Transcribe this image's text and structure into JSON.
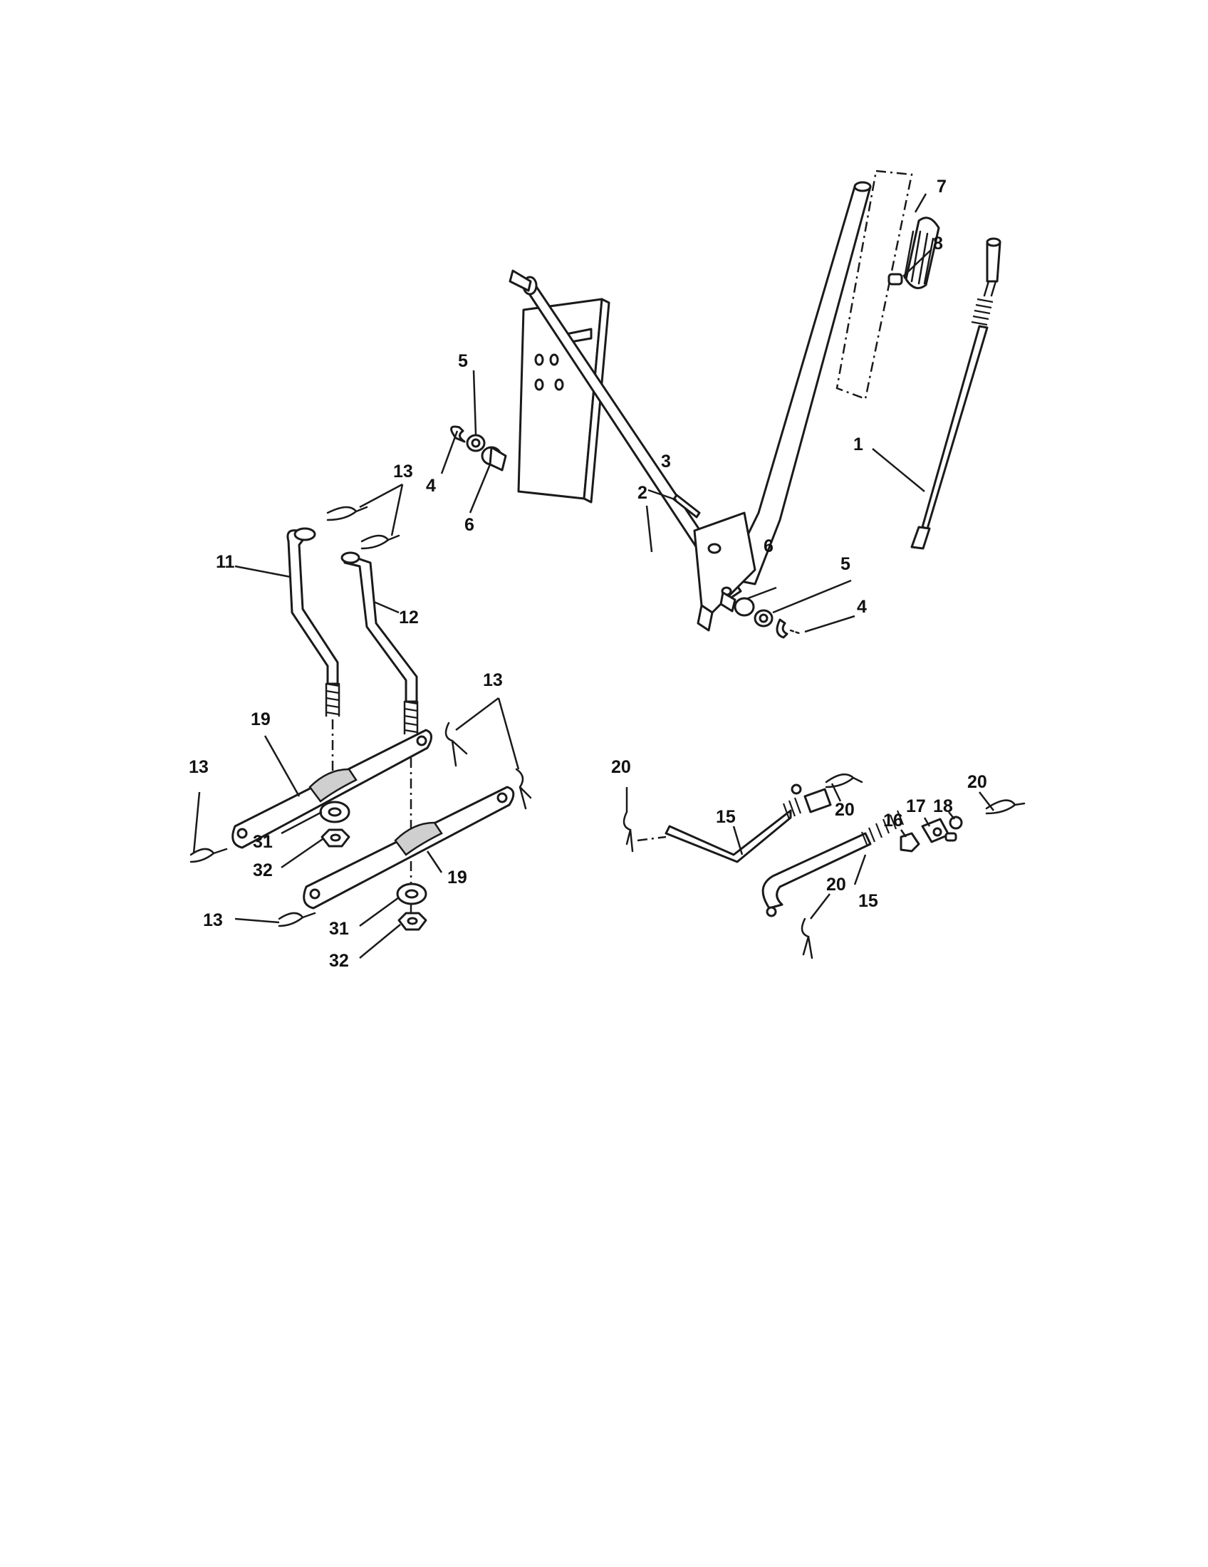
{
  "diagram": {
    "labels": {
      "c1": "1",
      "c2": "2",
      "c3": "3",
      "c4a": "4",
      "c4b": "4",
      "c5a": "5",
      "c5b": "5",
      "c6a": "6",
      "c6b": "6",
      "c7": "7",
      "c8": "8",
      "c11": "11",
      "c12": "12",
      "c13a": "13",
      "c13b": "13",
      "c13c": "13",
      "c13d": "13",
      "c15a": "15",
      "c15b": "15",
      "c16": "16",
      "c17": "17",
      "c18": "18",
      "c19a": "19",
      "c19b": "19",
      "c20a": "20",
      "c20b": "20",
      "c20c": "20",
      "c20d": "20",
      "c31a": "31",
      "c31b": "31",
      "c32a": "32",
      "c32b": "32"
    }
  }
}
